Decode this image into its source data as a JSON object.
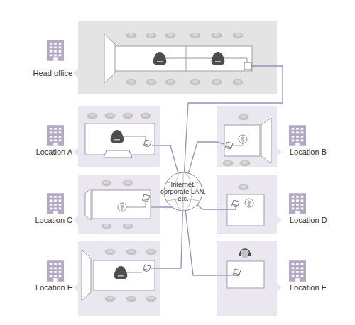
{
  "diagram": {
    "nodes": [
      {
        "text": [
          "Head office"
        ]
      },
      {
        "text": [
          "Location A"
        ]
      },
      {
        "text": [
          "Location B"
        ]
      },
      {
        "text": [
          "Location C"
        ]
      },
      {
        "text": [
          "Location D"
        ]
      },
      {
        "text": [
          "Location E"
        ]
      },
      {
        "text": [
          "Location F"
        ]
      },
      {
        "text": [
          "Internet, corporate LAN, etc."
        ]
      }
    ],
    "edges": [
      {
        "from": 0,
        "to": 7,
        "arrow": "none"
      },
      {
        "from": 1,
        "to": 7,
        "arrow": "none"
      },
      {
        "from": 2,
        "to": 7,
        "arrow": "none"
      },
      {
        "from": 3,
        "to": 7,
        "arrow": "none"
      },
      {
        "from": 4,
        "to": 7,
        "arrow": "none"
      },
      {
        "from": 5,
        "to": 7,
        "arrow": "none"
      },
      {
        "from": 6,
        "to": 7,
        "arrow": "none"
      }
    ]
  }
}
